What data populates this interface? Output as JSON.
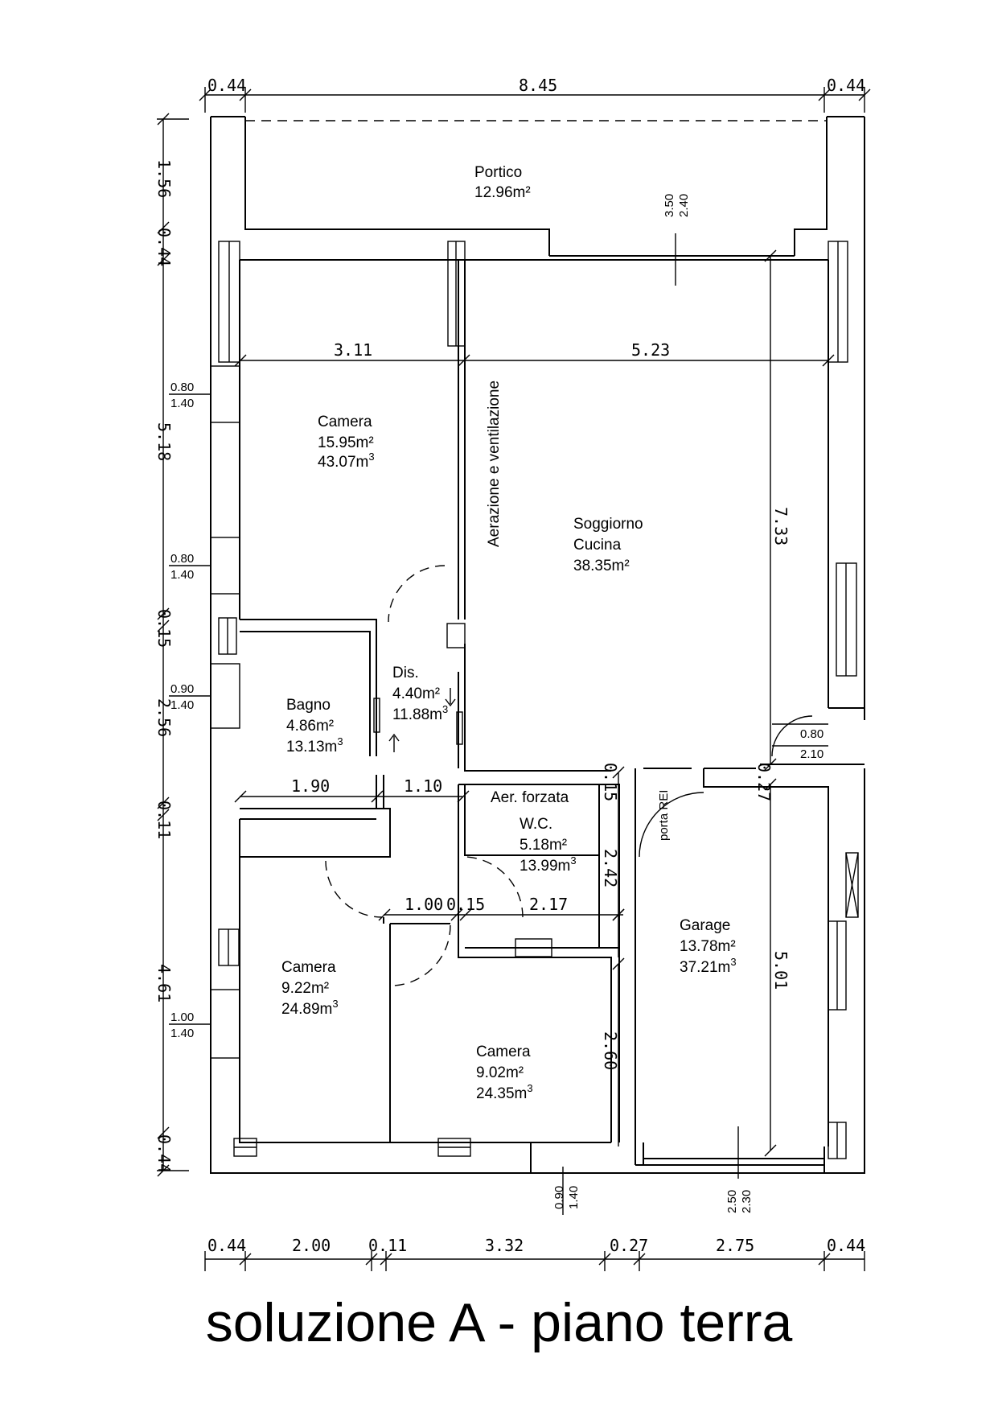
{
  "title": "soluzione A - piano terra",
  "dims_top": [
    "0.44",
    "8.45",
    "0.44"
  ],
  "dims_bottom": [
    "0.44",
    "2.00",
    "0.11",
    "3.32",
    "0.27",
    "2.75",
    "0.44"
  ],
  "dims_left": [
    "1.56",
    "0.44",
    "5.18",
    "0.15",
    "2.56",
    "0.11",
    "4.61",
    "0.44"
  ],
  "dims_inner": {
    "camera_width": "3.11",
    "soggiorno_width": "5.23",
    "soggiorno_depth": "7.33",
    "bagno_width": "1.90",
    "dis_width": "1.10",
    "corridor_a": "1.00",
    "corridor_b": "0.15",
    "corridor_c": "2.17",
    "wc_depth": "2.42",
    "wall_a": "0.15",
    "wall_b": "0.27",
    "camera3_depth": "2.60",
    "garage_depth": "5.01"
  },
  "openings": {
    "portico_h1": "3.50",
    "portico_h2": "2.40",
    "win1_a": "0.80",
    "win1_b": "1.40",
    "win2_a": "0.80",
    "win2_b": "1.40",
    "win3_a": "0.90",
    "win3_b": "1.40",
    "win4_a": "1.00",
    "win4_b": "1.40",
    "door_a": "0.80",
    "door_b": "2.10",
    "bottom_win_a": "0.90",
    "bottom_win_b": "1.40",
    "garage_door_a": "2.50",
    "garage_door_b": "2.30"
  },
  "rooms": {
    "portico": {
      "name": "Portico",
      "area": "12.96m²"
    },
    "camera1": {
      "name": "Camera",
      "area": "15.95m²",
      "volume": "43.07m"
    },
    "soggiorno": {
      "name1": "Soggiorno",
      "name2": "Cucina",
      "area": "38.35m²"
    },
    "bagno": {
      "name": "Bagno",
      "area": "4.86m²",
      "volume": "13.13m"
    },
    "dis": {
      "name": "Dis.",
      "area": "4.40m²",
      "volume": "11.88m"
    },
    "wc": {
      "name": "W.C.",
      "area": "5.18m²",
      "volume": "13.99m",
      "note": "Aer. forzata"
    },
    "garage": {
      "name": "Garage",
      "area": "13.78m²",
      "volume": "37.21m"
    },
    "camera2": {
      "name": "Camera",
      "area": "9.22m²",
      "volume": "24.89m"
    },
    "camera3": {
      "name": "Camera",
      "area": "9.02m²",
      "volume": "24.35m"
    }
  },
  "labels": {
    "aerazione": "Aerazione e ventilazione",
    "porta_rei": "porta REI",
    "cube_exp": "3"
  }
}
